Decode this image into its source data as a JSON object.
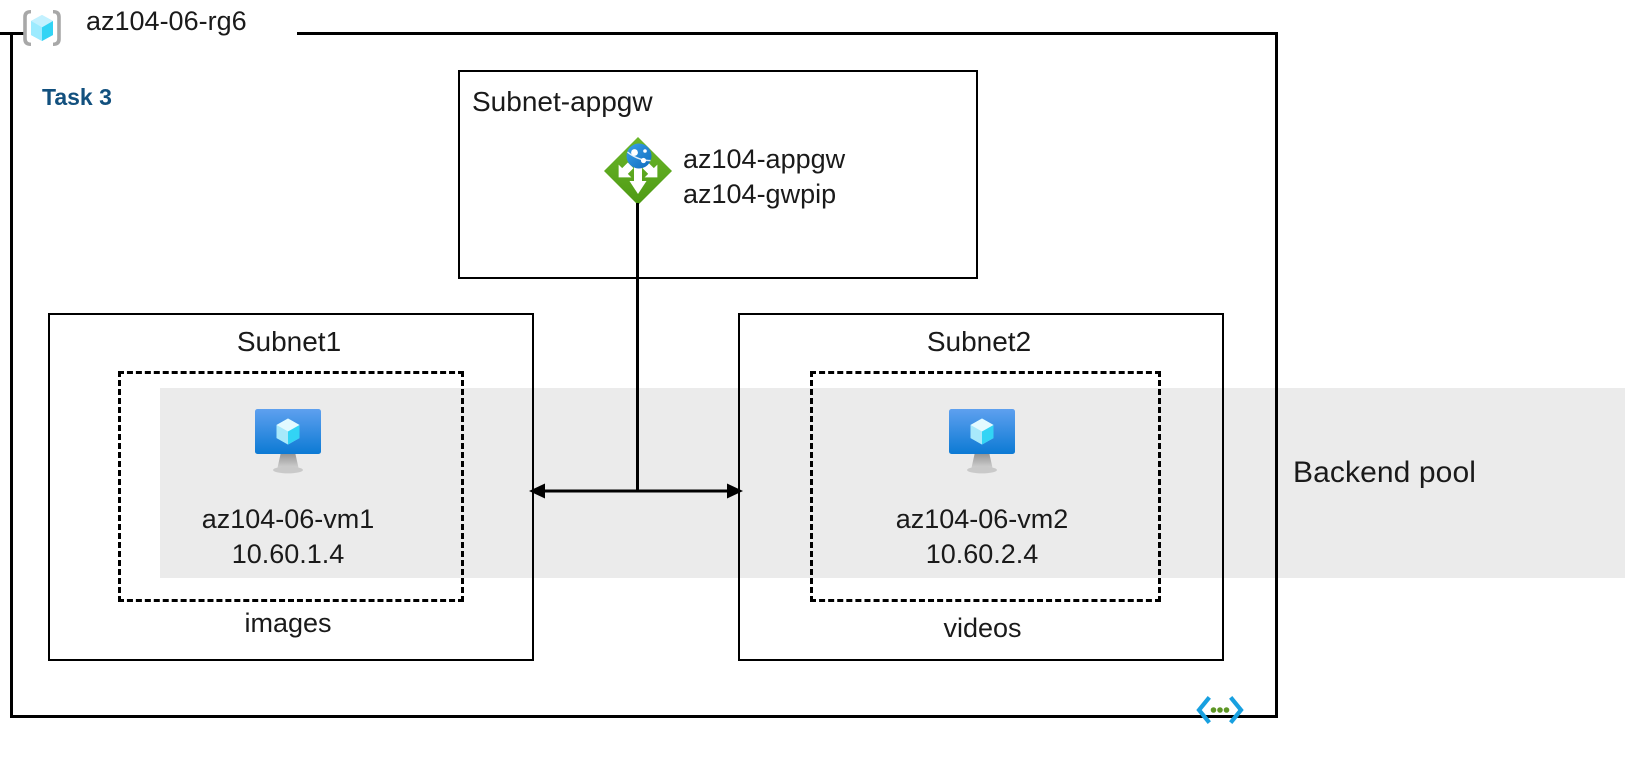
{
  "diagram": {
    "resource_group": {
      "name": "az104-06-rg6",
      "icon": "resource-group-cube-icon"
    },
    "task_label": "Task 3",
    "backend_pool_label": "Backend pool",
    "code_icon": "code-brackets-icon",
    "colors": {
      "task_blue": "#12507e",
      "band_gray": "#ebebeb",
      "appgw_green": "#59a616",
      "vm_blue": "#0078d4",
      "cube_cyan": "#50e6ff",
      "code_cyan": "#18a0e0",
      "code_green": "#5e9624",
      "line_black": "#000000"
    },
    "subnets": [
      {
        "id": "subnet-appgw",
        "title": "Subnet-appgw",
        "resources": [
          {
            "icon": "application-gateway-icon",
            "lines": [
              "az104-appgw",
              "az104-gwpip"
            ]
          }
        ]
      },
      {
        "id": "subnet1",
        "title": "Subnet1",
        "storage_label": "images",
        "vm": {
          "icon": "virtual-machine-icon",
          "name": "az104-06-vm1",
          "ip": "10.60.1.4"
        }
      },
      {
        "id": "subnet2",
        "title": "Subnet2",
        "storage_label": "videos",
        "vm": {
          "icon": "virtual-machine-icon",
          "name": "az104-06-vm2",
          "ip": "10.60.2.4"
        }
      }
    ],
    "connectors": [
      {
        "id": "appgw-to-bus",
        "type": "vertical-line"
      },
      {
        "id": "subnet1-subnet2-bus",
        "type": "double-headed-arrow"
      }
    ]
  }
}
